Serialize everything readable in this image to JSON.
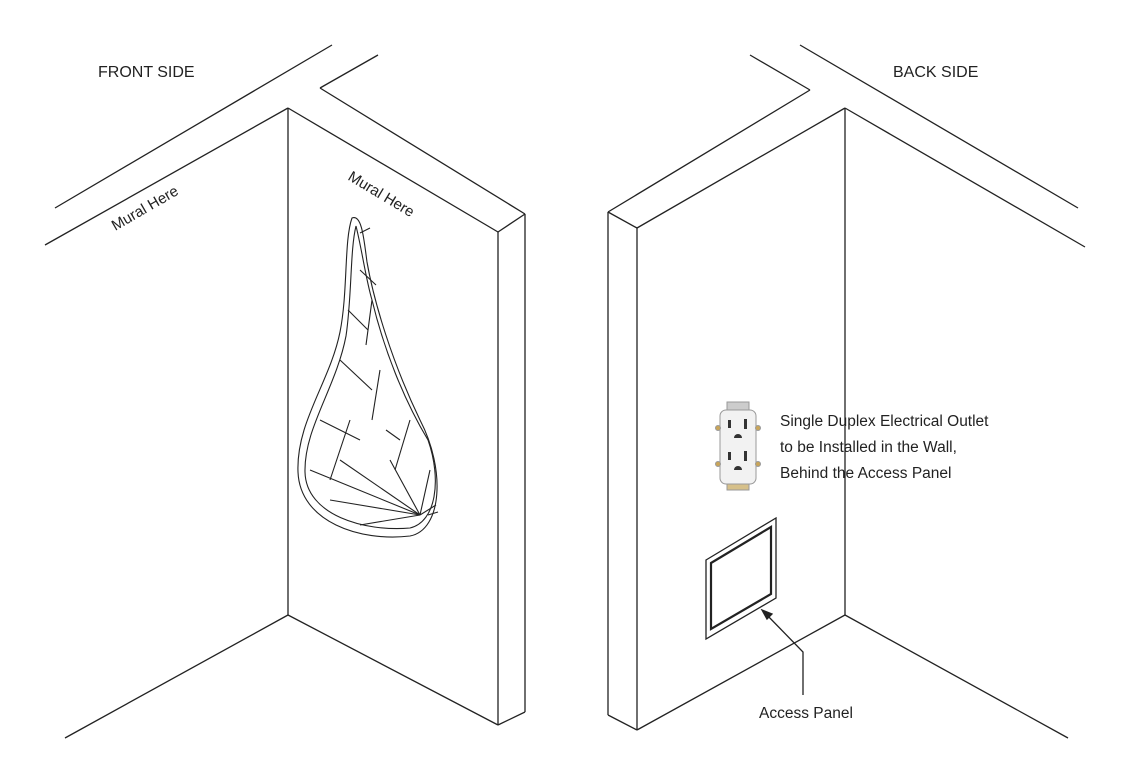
{
  "front": {
    "title": "FRONT SIDE",
    "mural_left": "Mural Here",
    "mural_right": "Mural Here"
  },
  "back": {
    "title": "BACK SIDE",
    "outlet_note": [
      "Single Duplex Electrical Outlet",
      "to be Installed in the Wall,",
      "Behind the Access Panel"
    ],
    "access_panel_label": "Access Panel"
  },
  "colors": {
    "line": "#222222"
  }
}
